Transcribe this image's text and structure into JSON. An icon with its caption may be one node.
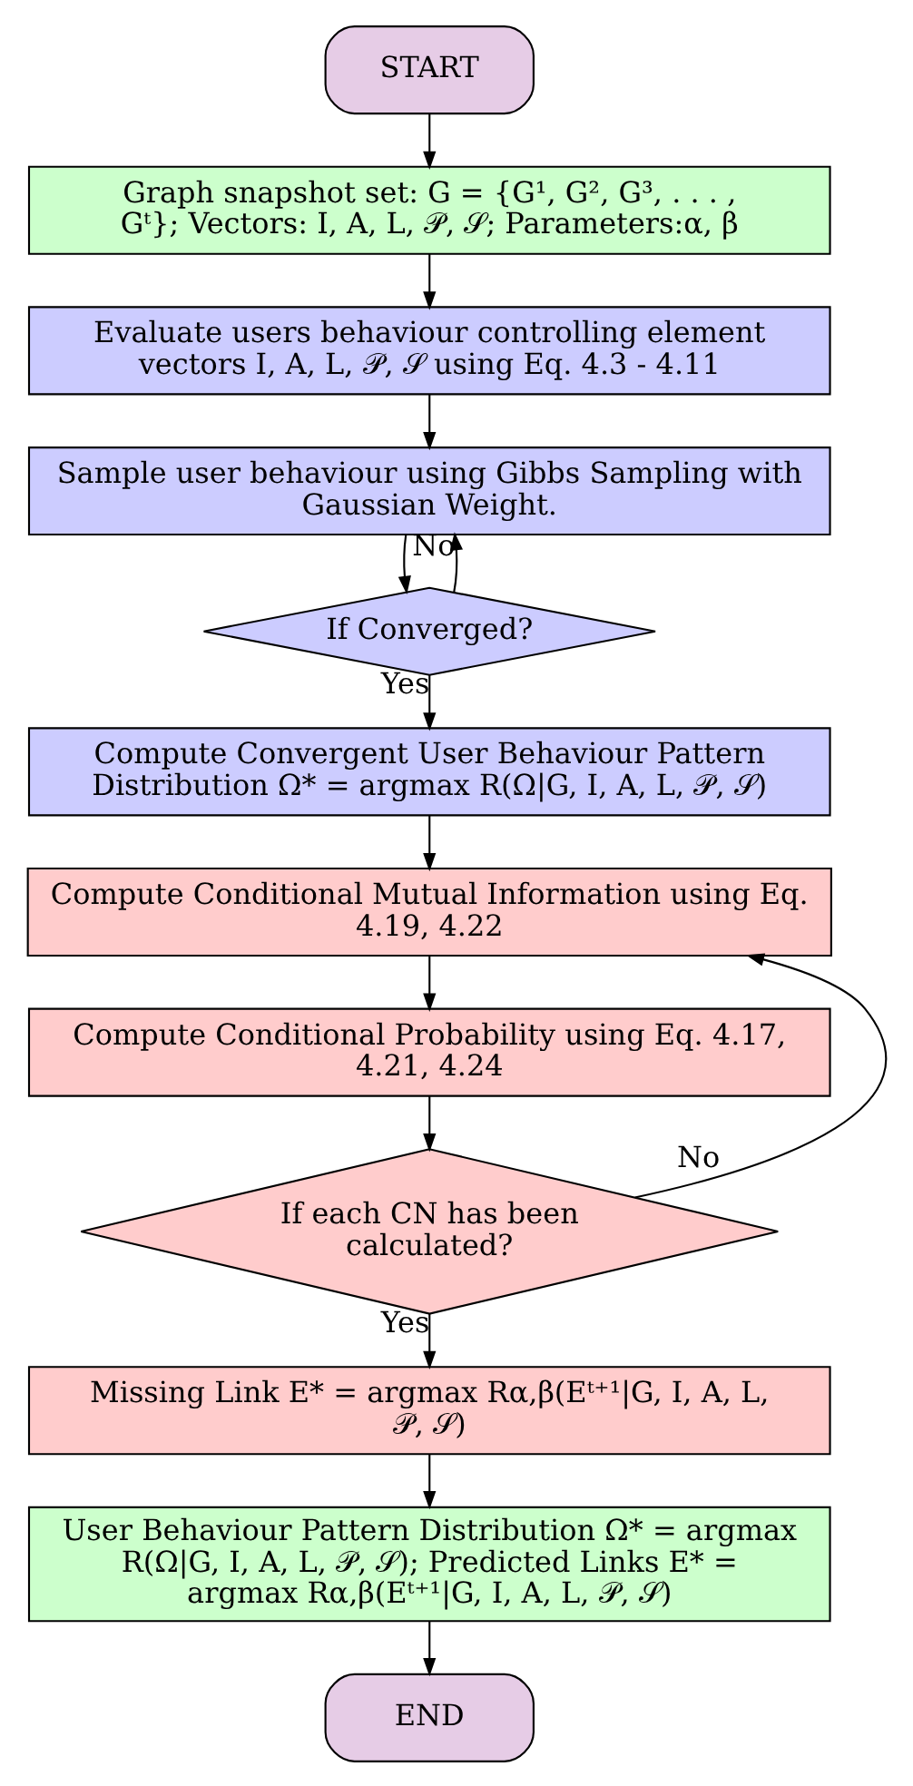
{
  "diagram": {
    "nodes": [
      {
        "text": [
          "START"
        ]
      },
      {
        "text": [
          "Graph snapshot set: G = {G¹, G², G³, . . . , Gᵗ}; Vectors: I, A, L, 𝒫, 𝒮; Parameters:α, β"
        ]
      },
      {
        "text": [
          "Evaluate users behaviour controlling element vectors I, A, L, 𝒫, 𝒮 using Eq. 4.3 - 4.11"
        ]
      },
      {
        "text": [
          "Sample user behaviour using Gibbs Sampling with Gaussian Weight."
        ]
      },
      {
        "text": [
          "If Converged?"
        ]
      },
      {
        "text": [
          "Compute Convergent User Behaviour Pattern Distribution Ω* = argmax R(Ω|G, I, A, L, 𝒫, 𝒮)"
        ]
      },
      {
        "text": [
          "Compute Conditional Mutual Information using Eq. 4.19, 4.22"
        ]
      },
      {
        "text": [
          "Compute Conditional Probability using Eq. 4.17, 4.21, 4.24"
        ]
      },
      {
        "text": [
          "If each CN has been calculated?"
        ]
      },
      {
        "text": [
          "Missing Link E* = argmax Rα,β(Eᵗ⁺¹|G, I, A, L, 𝒫, 𝒮)"
        ]
      },
      {
        "text": [
          "User Behaviour Pattern Distribution Ω* = argmax R(Ω|G, I, A, L, 𝒫, 𝒮); Predicted Links E* = argmax Rα,β(Eᵗ⁺¹|G, I, A, L, 𝒫, 𝒮)"
        ]
      },
      {
        "text": [
          "END"
        ]
      }
    ],
    "edges": [
      {
        "from": 0,
        "to": 1,
        "arrow": "to"
      },
      {
        "from": 1,
        "to": 2,
        "arrow": "to"
      },
      {
        "from": 2,
        "to": 3,
        "arrow": "to"
      },
      {
        "from": 3,
        "to": 4,
        "arrow": "to"
      },
      {
        "from": 4,
        "to": 3,
        "arrow": "to",
        "label": "No"
      },
      {
        "from": 4,
        "to": 5,
        "arrow": "to",
        "label": "Yes"
      },
      {
        "from": 5,
        "to": 6,
        "arrow": "to"
      },
      {
        "from": 6,
        "to": 7,
        "arrow": "to"
      },
      {
        "from": 7,
        "to": 8,
        "arrow": "to"
      },
      {
        "from": 8,
        "to": 6,
        "arrow": "to",
        "label": "No"
      },
      {
        "from": 8,
        "to": 9,
        "arrow": "to",
        "label": "Yes"
      },
      {
        "from": 9,
        "to": 10,
        "arrow": "to"
      },
      {
        "from": 10,
        "to": 11,
        "arrow": "to"
      }
    ]
  }
}
